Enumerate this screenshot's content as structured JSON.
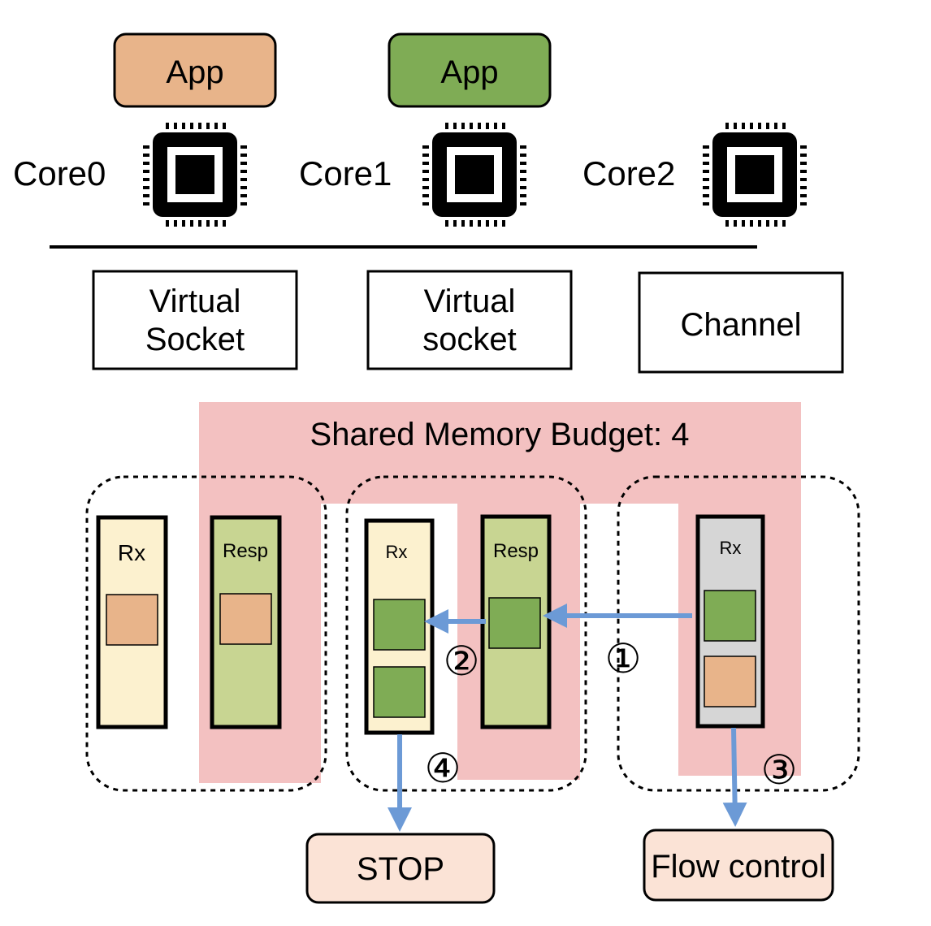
{
  "apps": [
    {
      "label": "App",
      "color": "#e8b48a"
    },
    {
      "label": "App",
      "color": "#7fac55"
    }
  ],
  "cores": [
    {
      "label": "Core0"
    },
    {
      "label": "Core1"
    },
    {
      "label": "Core2"
    }
  ],
  "sockets": [
    {
      "line1": "Virtual",
      "line2": "Socket"
    },
    {
      "line1": "Virtual",
      "line2": "socket"
    },
    {
      "line1": "Channel",
      "line2": ""
    }
  ],
  "shared_memory": {
    "label": "Shared Memory Budget: 4",
    "color": "#f3c1c1"
  },
  "groups": [
    {
      "buffers": [
        {
          "label": "Rx",
          "fill": "#fcf1cf",
          "items": [
            "orange"
          ]
        },
        {
          "label": "Resp",
          "fill": "#c8d592",
          "items": [
            "orange"
          ]
        }
      ]
    },
    {
      "buffers": [
        {
          "label": "Rx",
          "fill": "#fcf1cf",
          "items": [
            "green",
            "green"
          ]
        },
        {
          "label": "Resp",
          "fill": "#c8d592",
          "items": [
            "green"
          ]
        }
      ]
    },
    {
      "buffers": [
        {
          "label": "Rx",
          "fill": "#d6d6d6",
          "items": [
            "green",
            "orange"
          ]
        }
      ]
    }
  ],
  "item_colors": {
    "green": "#7fac55",
    "orange": "#e8b48a"
  },
  "steps": [
    {
      "num": "①"
    },
    {
      "num": "②"
    },
    {
      "num": "③"
    },
    {
      "num": "④"
    }
  ],
  "outcomes": [
    {
      "label": "STOP",
      "color": "#fbe3d6"
    },
    {
      "label": "Flow control",
      "color": "#fbe3d6"
    }
  ],
  "arrow_color": "#6c9ad6"
}
